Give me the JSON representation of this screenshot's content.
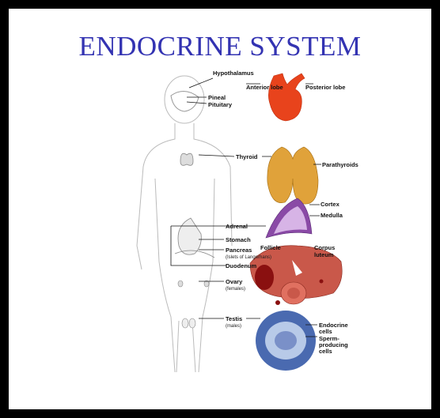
{
  "title": "ENDOCRINE SYSTEM",
  "labels": {
    "hypothalamus": "Hypothalamus",
    "pineal": "Pineal",
    "pituitary": "Pituitary",
    "anterior_lobe": "Anterior lobe",
    "posterior_lobe": "Posterior lobe",
    "thyroid": "Thyroid",
    "parathyroids": "Parathyroids",
    "cortex": "Cortex",
    "medulla": "Medulla",
    "adrenal": "Adrenal",
    "stomach": "Stomach",
    "pancreas": "Pancreas",
    "islets": "(Islets of Langerhans)",
    "duodenum": "Duodenum",
    "follicle": "Follicle",
    "corpus": "Corpus",
    "luteum": "luteum",
    "ovary": "Ovary",
    "females": "(females)",
    "testis": "Testis",
    "males": "(males)",
    "endocrine": "Endocrine",
    "cells1": "cells",
    "sperm": "Sperm-",
    "producing": "producing",
    "cells2": "cells"
  },
  "colors": {
    "title": "#3333b2",
    "pituitary": "#e8431c",
    "thyroid": "#e0a23a",
    "adrenal": "#8a4aa6",
    "ovary": "#c9584a",
    "testis": "#4a6ab0"
  }
}
